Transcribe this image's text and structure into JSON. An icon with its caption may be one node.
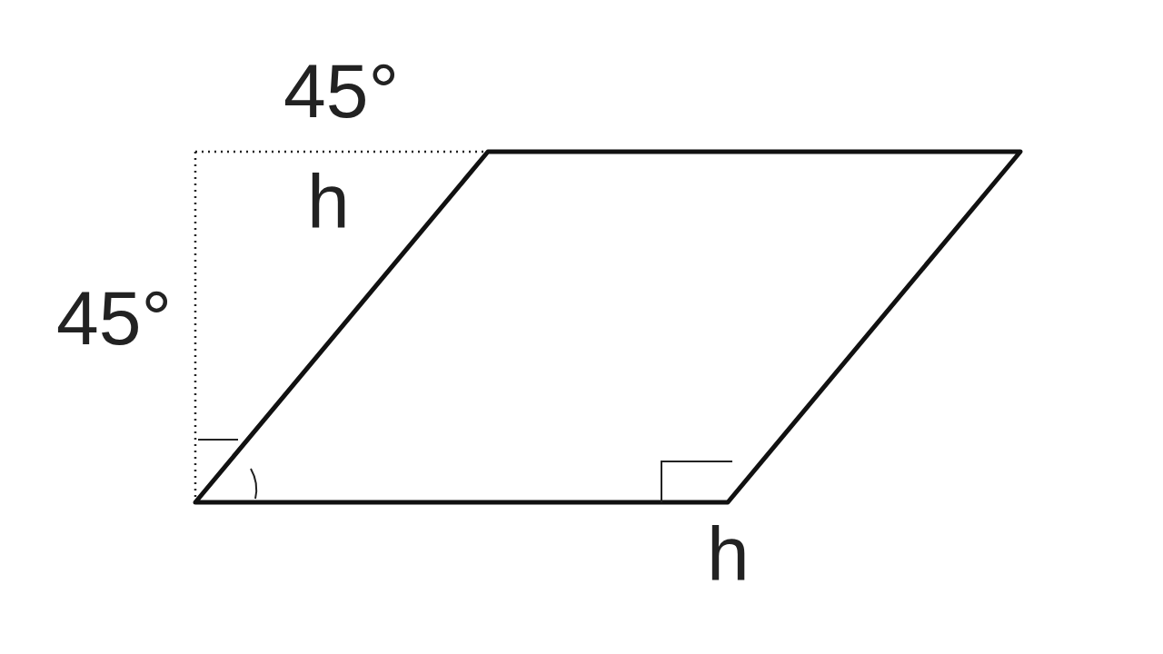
{
  "diagram": {
    "labels": [
      "45°",
      "h",
      "45°",
      "h"
    ]
  }
}
